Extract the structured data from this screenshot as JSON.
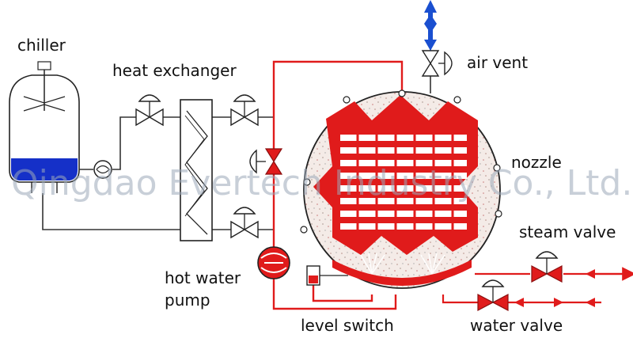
{
  "labels": {
    "chiller": "chiller",
    "heat_exchanger": "heat exchanger",
    "air_vent": "air vent",
    "nozzle": "nozzle",
    "steam_valve": "steam valve",
    "hot_water_pump_line1": "hot water",
    "hot_water_pump_line2": "pump",
    "level_switch": "level switch",
    "water_valve": "water valve"
  },
  "watermark": "Qingdao Evertech Industry Co., Ltd.",
  "colors": {
    "hot_line": "#e01b1b",
    "cold_line": "#333333",
    "chiller_water": "#1530c8",
    "air_vent_arrow": "#1a4fd0",
    "vessel_fill": "#f3e9e4",
    "tray_white": "#ffffff"
  }
}
